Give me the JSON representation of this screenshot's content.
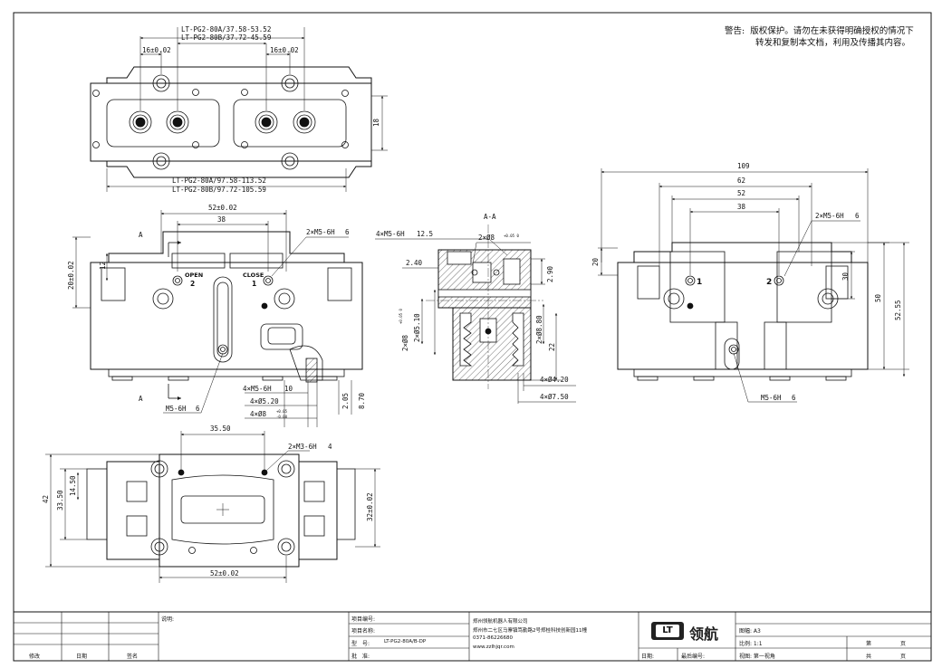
{
  "notice": {
    "label": "警告:",
    "line1": "版权保护。请勿在未获得明确授权的情况下",
    "line2": "转发和复制本文档，利用及传播其内容。"
  },
  "top_view": {
    "dim_top_a": "LT-PG2-80A/37.58-53.52",
    "dim_top_b": "LT-PG2-80B/37.72-45.59",
    "dim_left": "16±0.02",
    "dim_right": "16±0.02",
    "dim_height": "18",
    "dim_bottom_a": "LT-PG2-80A/97.58-113.52",
    "dim_bottom_b": "LT-PG2-80B/97.72-105.59"
  },
  "front_view": {
    "dim_52": "52±0.02",
    "dim_38": "38",
    "dim_m5_6h6": "2×M5-6H",
    "dim_m5_6h6_depth": "6",
    "section_a_top": "A",
    "section_a_bottom": "A",
    "dim_20": "20±0.02",
    "dim_12": "12",
    "label_open": "OPEN",
    "label_open_num": "2",
    "label_close": "CLOSE",
    "label_close_num": "1",
    "dim_m5_bottom": "M5-6H",
    "dim_m5_bottom_depth": "6",
    "dim_4xm5": "4×M5-6H",
    "dim_4xm5_depth": "10",
    "dim_4x520": "4×Ø5.20",
    "dim_4x8": "4×Ø8",
    "dim_4x8_tol_hi": "+0.05",
    "dim_4x8_tol_lo": "-0.00",
    "dim_205": "2.05",
    "dim_870": "8.70"
  },
  "section_view": {
    "title": "A-A",
    "dim_4xm5": "4×M5-6H",
    "dim_4xm5_depth": "12.5",
    "dim_2x8": "2×Ø8",
    "dim_2x8_tol": "+0.05 0",
    "dim_240": "2.40",
    "dim_290": "2.90",
    "dim_2x510": "2×Ø5.10",
    "dim_2x8v": "2×Ø8",
    "dim_2x8v_tol": "+0.05 0",
    "dim_2x880": "2×Ø8.80",
    "dim_22": "22",
    "dim_4x420": "4×Ø4.20",
    "dim_4x750": "4×Ø7.50"
  },
  "side_view": {
    "dim_109": "109",
    "dim_62": "62",
    "dim_52": "52",
    "dim_38": "38",
    "dim_m5": "2×M5-6H",
    "dim_m5_depth": "6",
    "dim_20": "20",
    "dim_30": "30",
    "dim_50": "50",
    "dim_5255": "52.55",
    "port_1": "1",
    "port_2": "2",
    "dim_m5_bottom": "M5-6H",
    "dim_m5_bottom_depth": "6"
  },
  "bottom_view": {
    "dim_3550": "35.50",
    "dim_m3": "2×M3-6H",
    "dim_m3_depth": "4",
    "dim_42": "42",
    "dim_3350": "33.50",
    "dim_1450": "14.50",
    "dim_32": "32±0.02",
    "dim_52": "52±0.02"
  },
  "title_block": {
    "col_revise": "修改",
    "col_date": "日期",
    "col_sign": "签名",
    "note": "说明:",
    "project_no": "项目编号:",
    "project_name": "项目名称:",
    "model_label": "型　号:",
    "model_value": "LT-PG2-80A/B-DP",
    "approve": "批　准:",
    "company": "郑州领航机器人有限公司",
    "address": "郑州市二七区马寨镇笃勤路2号郑桂科技创新园11幢",
    "phone": "0371-86226680",
    "website": "www.zzlhjqr.com",
    "logo_mark": "LT",
    "logo_name": "领航",
    "date_label": "日期:",
    "revise_no_label": "最后编号:",
    "paper_label": "图幅: A3",
    "scale_label": "比例: 1:1",
    "view_label": "视图: 第一视角",
    "sheet_label": "第",
    "page_label": "页",
    "total_label": "共",
    "total_page_label": "页"
  }
}
